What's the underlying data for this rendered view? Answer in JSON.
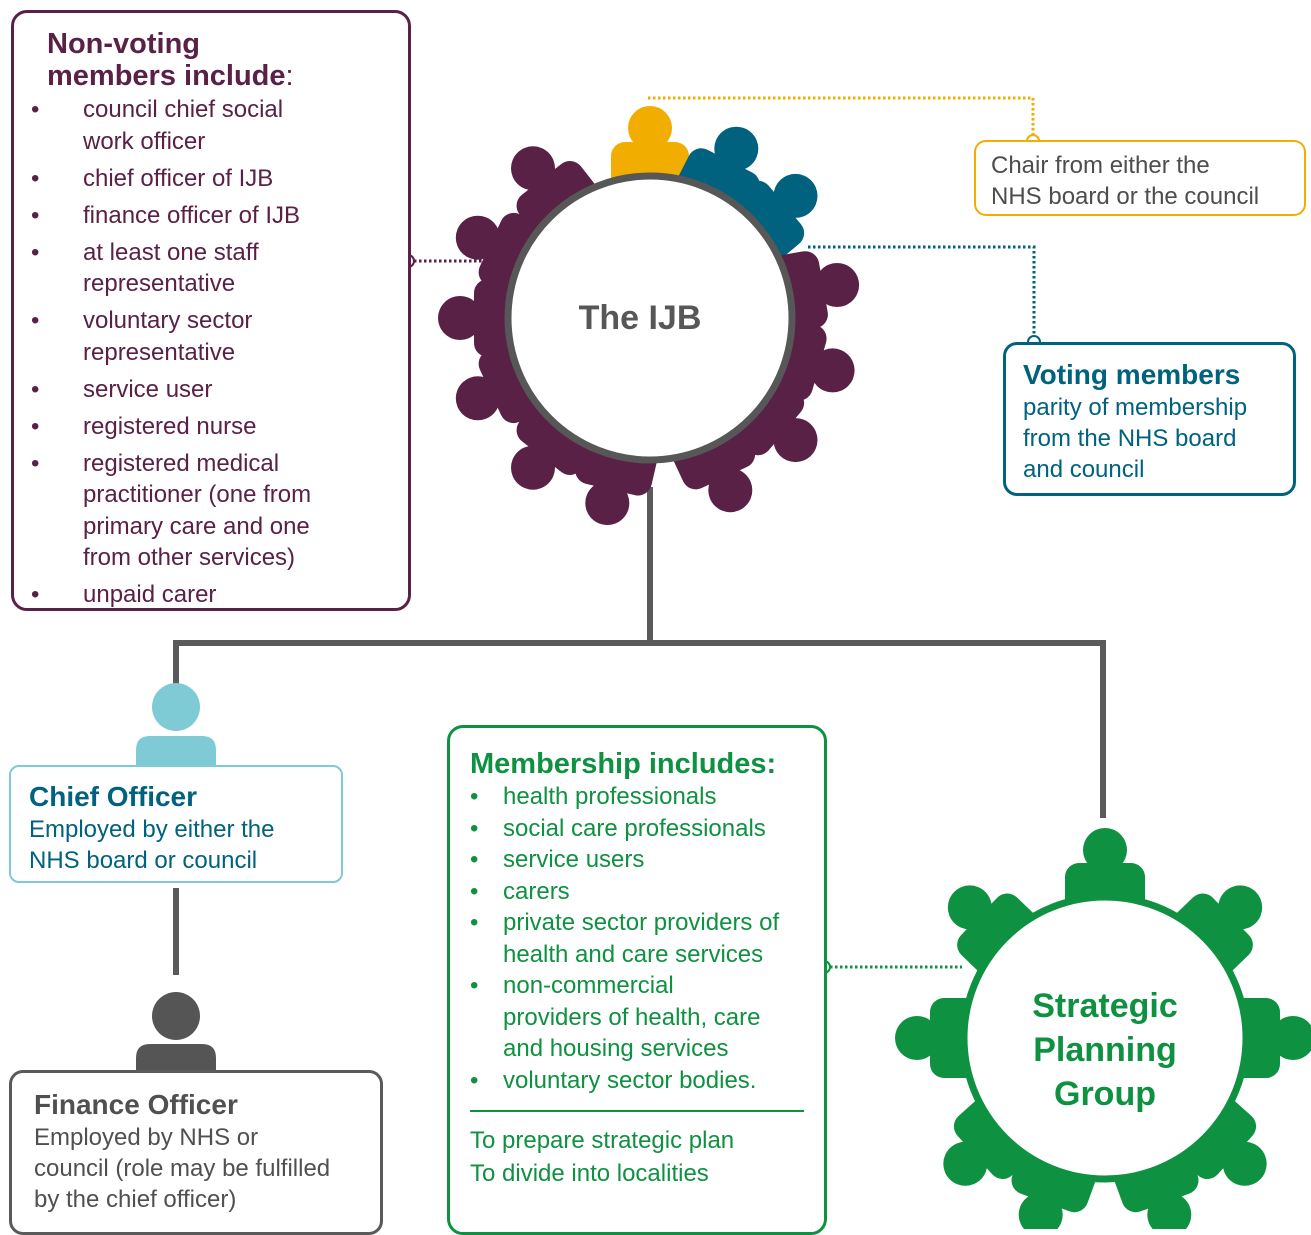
{
  "non_voting": {
    "title_line1": "Non-voting",
    "title_line2": "members include",
    "title_colon": ":",
    "items": [
      [
        "council chief social",
        "work officer"
      ],
      [
        "chief officer of IJB"
      ],
      [
        "finance officer of IJB"
      ],
      [
        "at least one staff",
        "representative"
      ],
      [
        "voluntary sector",
        "representative"
      ],
      [
        "service user"
      ],
      [
        "registered nurse"
      ],
      [
        "registered medical",
        "practitioner (one from",
        "primary care and one",
        "from other services)"
      ],
      [
        "unpaid carer"
      ]
    ]
  },
  "chair": {
    "line1": "Chair from either the",
    "line2": "NHS board or the council"
  },
  "ijb": {
    "label": "The IJB"
  },
  "voting": {
    "title": "Voting members",
    "lines": [
      "parity of membership",
      "from the NHS board",
      "and council"
    ]
  },
  "chief_officer": {
    "title": "Chief Officer",
    "lines": [
      "Employed by either the",
      "NHS board or council"
    ]
  },
  "finance_officer": {
    "title": "Finance Officer",
    "lines": [
      "Employed by NHS or",
      "council (role may be fulfilled",
      "by the chief officer)"
    ]
  },
  "membership": {
    "title": "Membership includes:",
    "items": [
      [
        "health professionals"
      ],
      [
        "social care professionals"
      ],
      [
        "service users"
      ],
      [
        "carers"
      ],
      [
        "private sector providers of",
        "health and care services"
      ],
      [
        "non-commercial",
        "providers of health, care",
        "and housing services"
      ],
      [
        "voluntary sector bodies."
      ]
    ],
    "roles": [
      "To prepare strategic plan",
      "To divide into localities"
    ]
  },
  "spg": {
    "lines": [
      "Strategic",
      "Planning",
      "Group"
    ]
  },
  "colors": {
    "plum": "#5a2146",
    "teal": "#00627f",
    "gold": "#f2ae00",
    "green": "#0f9142",
    "light_teal": "#7ecbd5",
    "grey": "#555555",
    "ring_grey": "#575757"
  },
  "icons": [
    "person-icon",
    "chair-person-icon",
    "connector-dot-icon"
  ]
}
